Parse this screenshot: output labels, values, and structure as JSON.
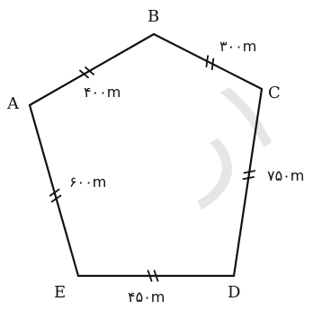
{
  "figure": {
    "watermark": "ام ۱ر",
    "vertices": [
      {
        "id": "A",
        "label": "A"
      },
      {
        "id": "B",
        "label": "B"
      },
      {
        "id": "C",
        "label": "C"
      },
      {
        "id": "D",
        "label": "D"
      },
      {
        "id": "E",
        "label": "E"
      }
    ],
    "edges": [
      {
        "from": "A",
        "to": "B",
        "length": "۴۰۰m",
        "ticks": 2
      },
      {
        "from": "B",
        "to": "C",
        "length": "۳۰۰m",
        "ticks": 2
      },
      {
        "from": "C",
        "to": "D",
        "length": "۷۵۰m",
        "ticks": 2
      },
      {
        "from": "D",
        "to": "E",
        "length": "۴۵۰m",
        "ticks": 2
      },
      {
        "from": "E",
        "to": "A",
        "length": "۶۰۰m",
        "ticks": 2
      }
    ]
  }
}
